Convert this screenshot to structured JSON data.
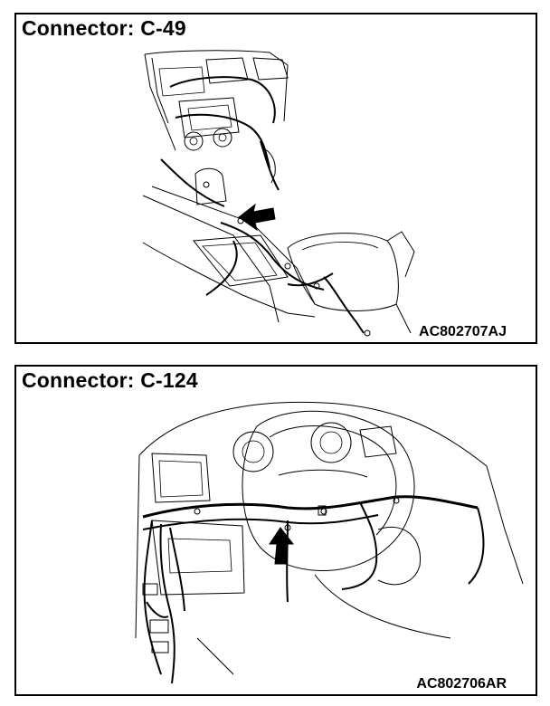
{
  "panels": [
    {
      "title": "Connector: C-49",
      "code": "AC802707AJ"
    },
    {
      "title": "Connector: C-124",
      "code": "AC802706AR"
    }
  ],
  "colors": {
    "line": "#000000",
    "background": "#ffffff"
  }
}
